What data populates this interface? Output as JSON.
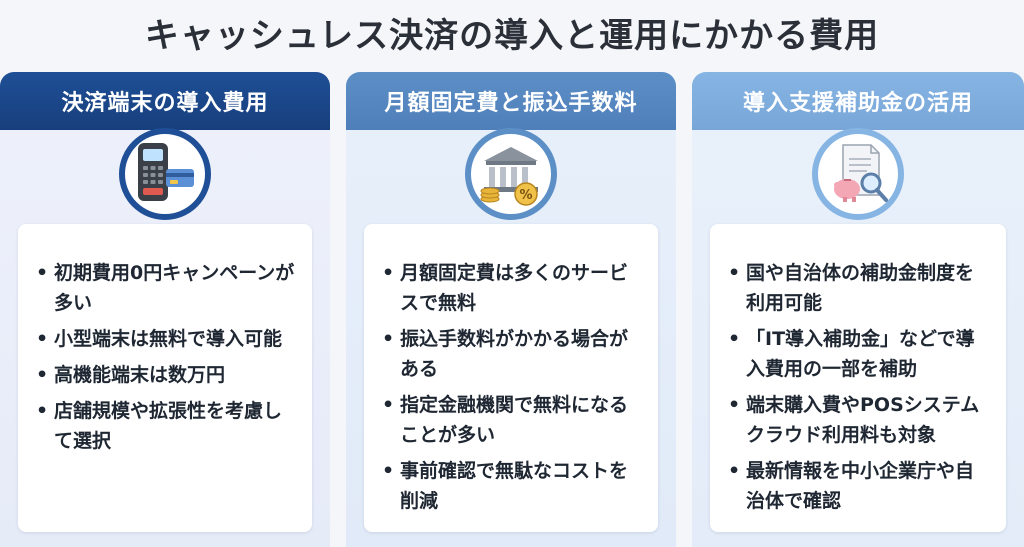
{
  "title": "キャッシュレス決済の導入と運用にかかる費用",
  "cards": [
    {
      "heading": "決済端末の導入費用",
      "icon": "card-terminal-icon",
      "items": [
        "初期費用0円キャンペーンが多い",
        "小型端末は無料で導入可能",
        "高機能端末は数万円",
        "店舗規模や拡張性を考慮して選択"
      ]
    },
    {
      "heading": "月額固定費と振込手数料",
      "icon": "bank-coins-icon",
      "items": [
        "月額固定費は多くのサービスで無料",
        "振込手数料がかかる場合がある",
        "指定金融機関で無料になることが多い",
        "事前確認で無駄なコストを削減"
      ]
    },
    {
      "heading": "導入支援補助金の活用",
      "icon": "subsidy-document-icon",
      "items": [
        "国や自治体の補助金制度を利用可能",
        "「IT導入補助金」などで導入費用の一部を補助",
        "端末購入費やPOSシステムクラウド利用料も対象",
        "最新情報を中小企業庁や自治体で確認"
      ]
    }
  ],
  "colors": {
    "head1": "#1f4f96",
    "head2": "#5d8fc7",
    "head3": "#86b4e3"
  }
}
